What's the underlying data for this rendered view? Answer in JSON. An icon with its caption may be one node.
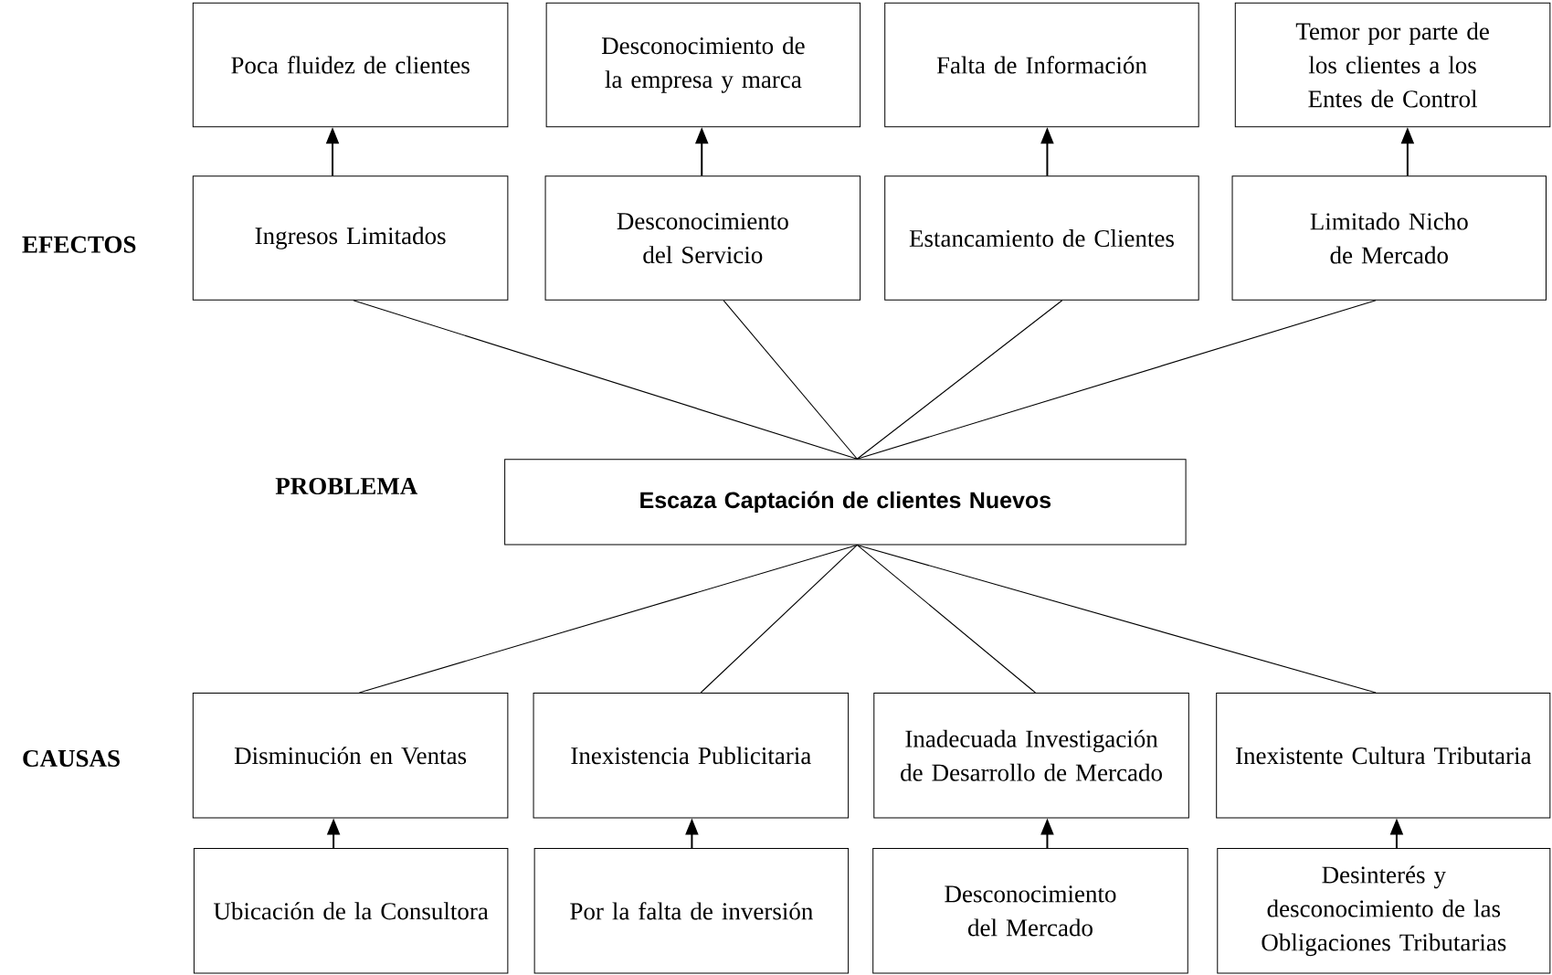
{
  "diagram": {
    "nodes": [
      {
        "text": [
          "Poca fluidez de clientes"
        ]
      },
      {
        "text": [
          "Desconocimiento de la empresa y marca"
        ]
      },
      {
        "text": [
          "Falta de Información"
        ]
      },
      {
        "text": [
          "Temor por parte de los clientes a los Entes de Control"
        ]
      },
      {
        "text": [
          "Ingresos Limitados"
        ]
      },
      {
        "text": [
          "Desconocimiento del Servicio"
        ]
      },
      {
        "text": [
          "Estancamiento de Clientes"
        ]
      },
      {
        "text": [
          "Limitado Nicho de Mercado"
        ]
      },
      {
        "text": [
          "Escaza Captación de clientes Nuevos"
        ]
      },
      {
        "text": [
          "Disminución en Ventas"
        ]
      },
      {
        "text": [
          "Inexistencia Publicitaria"
        ]
      },
      {
        "text": [
          "Inadecuada Investigación de Desarrollo de Mercado"
        ]
      },
      {
        "text": [
          "Inexistente Cultura Tributaria"
        ]
      },
      {
        "text": [
          "Ubicación de la Consultora"
        ]
      },
      {
        "text": [
          "Por la falta de inversión"
        ]
      },
      {
        "text": [
          "Desconocimiento del Mercado"
        ]
      },
      {
        "text": [
          "Desinterés y desconocimiento de las Obligaciones Tributarias"
        ]
      }
    ],
    "edges": [
      {
        "from": 4,
        "to": 0,
        "arrow": "to"
      },
      {
        "from": 5,
        "to": 1,
        "arrow": "to"
      },
      {
        "from": 6,
        "to": 2,
        "arrow": "to"
      },
      {
        "from": 7,
        "to": 3,
        "arrow": "to"
      },
      {
        "from": 4,
        "to": 8,
        "arrow": "none"
      },
      {
        "from": 5,
        "to": 8,
        "arrow": "none"
      },
      {
        "from": 6,
        "to": 8,
        "arrow": "none"
      },
      {
        "from": 7,
        "to": 8,
        "arrow": "none"
      },
      {
        "from": 8,
        "to": 9,
        "arrow": "none"
      },
      {
        "from": 8,
        "to": 10,
        "arrow": "none"
      },
      {
        "from": 8,
        "to": 11,
        "arrow": "none"
      },
      {
        "from": 8,
        "to": 12,
        "arrow": "none"
      },
      {
        "from": 13,
        "to": 9,
        "arrow": "to"
      },
      {
        "from": 14,
        "to": 10,
        "arrow": "to"
      },
      {
        "from": 15,
        "to": 11,
        "arrow": "to"
      },
      {
        "from": 16,
        "to": 12,
        "arrow": "to"
      }
    ],
    "labels": [
      "EFECTOS",
      "PROBLEMA",
      "CAUSAS"
    ]
  }
}
